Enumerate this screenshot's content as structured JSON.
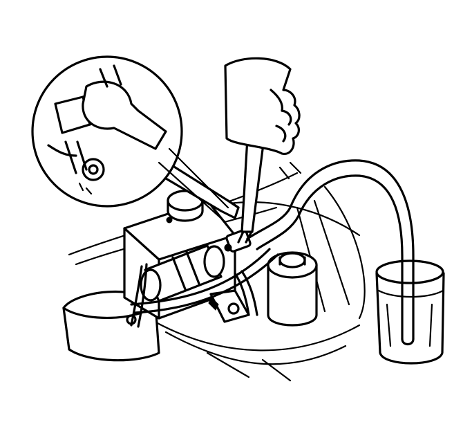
{
  "figure": {
    "background_color": "#ffffff",
    "ink_color": "#000000",
    "parts": [
      {
        "id": "detail-inset",
        "icon": "magnified-detail-circle-icon"
      },
      {
        "id": "wrench",
        "icon": "open-end-wrench-icon"
      },
      {
        "id": "hand",
        "icon": "hand-icon"
      },
      {
        "id": "screwdriver",
        "icon": "screwdriver-icon"
      },
      {
        "id": "bleeder-hose",
        "icon": "clear-hose-icon"
      },
      {
        "id": "fluid-container",
        "icon": "glass-jar-with-fluid-icon"
      },
      {
        "id": "brake-actuator",
        "icon": "brake-actuator-assembly-icon"
      },
      {
        "id": "reservoir-cap",
        "icon": "reservoir-cap-icon"
      },
      {
        "id": "left-cup",
        "icon": "cup-icon"
      }
    ]
  }
}
